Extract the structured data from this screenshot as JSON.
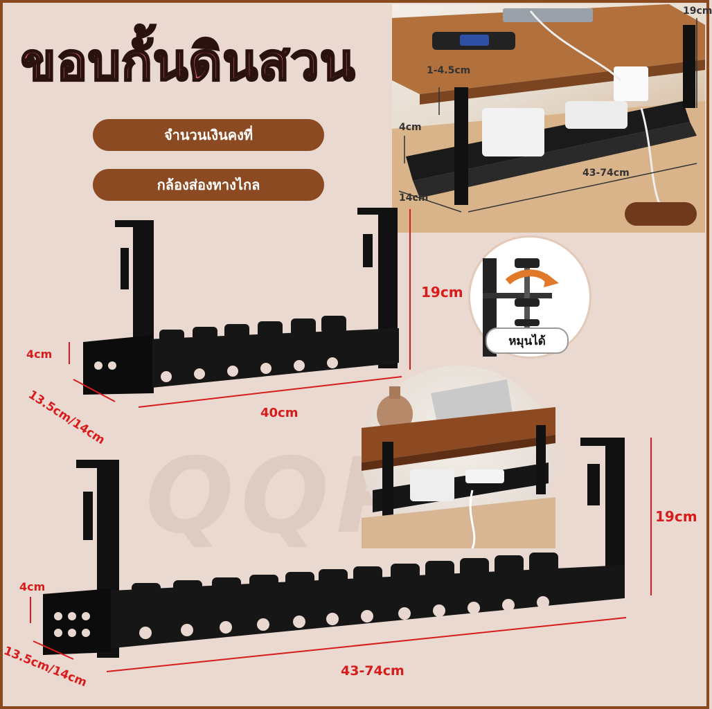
{
  "title": "ขอบกั้นดินสวน",
  "pills": [
    "จำนวนเงินคงที่",
    "กล้องส่องทางไกล"
  ],
  "top_photo": {
    "height_label": "19cm",
    "clamp_label": "1-4.5cm",
    "depth_label": "4cm",
    "width_label": "14cm",
    "length_label": "43-74cm"
  },
  "rack_small": {
    "height_label": "19cm",
    "depth_label": "4cm",
    "width_label": "13.5cm/14cm",
    "length_label": "40cm"
  },
  "rack_large": {
    "height_label": "19cm",
    "depth_label": "4cm",
    "width_label": "13.5cm/14cm",
    "length_label": "43-74cm"
  },
  "clamp_detail": {
    "label": "หมุนได้"
  },
  "watermark": "QQP",
  "colors": {
    "accent": "#d81b1b",
    "pill": "#8b4a22",
    "title": "#f06a78"
  }
}
